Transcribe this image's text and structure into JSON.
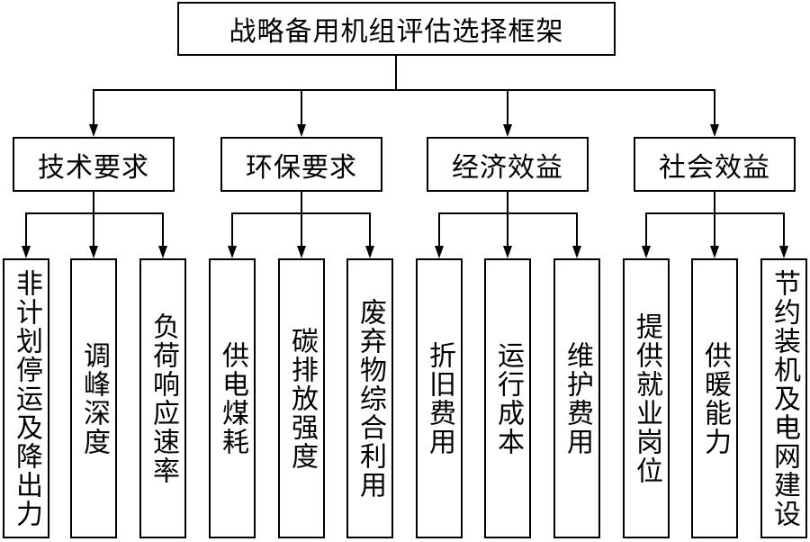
{
  "root": {
    "label": "战略备用机组评估选择框架"
  },
  "categories": [
    {
      "label": "技术要求",
      "items": [
        "非计划停运及降出力",
        "调峰深度",
        "负荷响应速率"
      ]
    },
    {
      "label": "环保要求",
      "items": [
        "供电煤耗",
        "碳排放强度",
        "废弃物综合利用"
      ]
    },
    {
      "label": "经济效益",
      "items": [
        "折旧费用",
        "运行成本",
        "维护费用"
      ]
    },
    {
      "label": "社会效益",
      "items": [
        "提供就业岗位",
        "供暖能力",
        "节约装机及电网建设"
      ]
    }
  ]
}
